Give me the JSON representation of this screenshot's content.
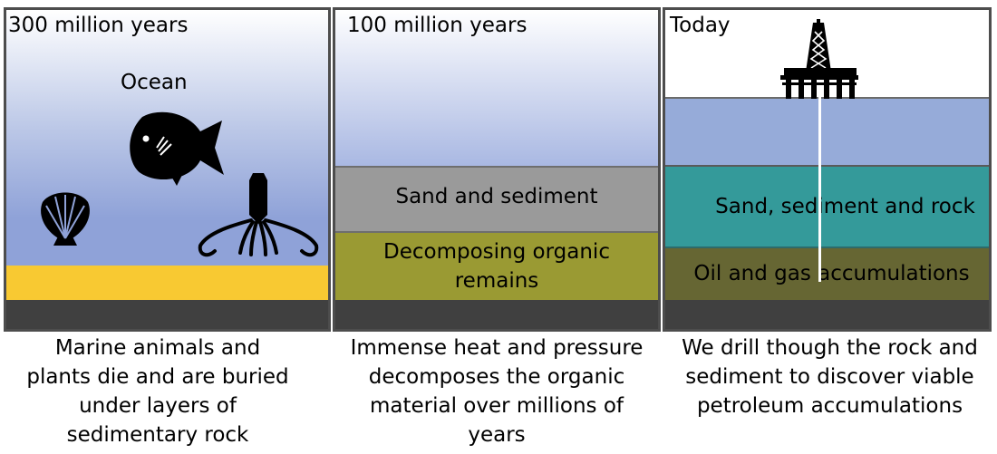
{
  "panels": [
    {
      "title": "300 million years",
      "label": "Ocean",
      "caption": "Marine animals and\nplants die and are buried\nunder layers of\nsedimentary rock"
    },
    {
      "title": "100 million years",
      "layers": [
        "Sand and sediment",
        "Decomposing organic\nremains"
      ],
      "caption": "Immense heat and pressure\ndecomposes the organic\nmaterial over millions of\nyears"
    },
    {
      "title": "Today",
      "layers": [
        "Sand, sediment and rock",
        "Oil and gas accumulations"
      ],
      "caption": "We drill though the rock and\nsediment to discover viable\npetroleum accumulations"
    }
  ],
  "colors": {
    "ocean": "#8fa2d8",
    "sand_yellow": "#f8c932",
    "bedrock": "#404040",
    "sediment_gray": "#9a9a9a",
    "organic_olive": "#9a9a33",
    "water_today": "#96abd9",
    "teal_rock": "#349a9a",
    "oil_gas": "#666633",
    "silhouette": "#000000"
  },
  "icons": [
    "fish-icon",
    "shell-icon",
    "squid-icon",
    "oil-rig-icon"
  ]
}
